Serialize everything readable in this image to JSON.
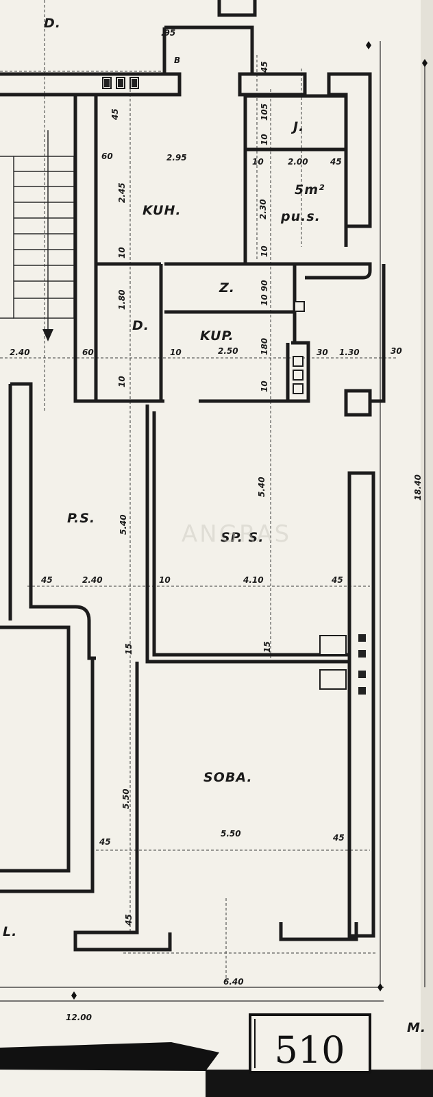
{
  "rooms": {
    "kuh": "KUH.",
    "j": "J.",
    "kup_top": "5m²",
    "kup_bot": "pu.s.",
    "z": "Z.",
    "kup": "KUP.",
    "d_mid": "D.",
    "d_top": "D.",
    "ps": "P.S.",
    "sps": "SP. S.",
    "soba": "SOBA.",
    "l": "L.",
    "m": "M."
  },
  "dimensions": {
    "d095": ".95",
    "d_b": "B",
    "d45a": "45",
    "d45b": "45",
    "d105": "105",
    "d10a": "10",
    "d60a": "60",
    "d295": "2.95",
    "d10b": "10",
    "d200": "2.00",
    "d45c": "45",
    "d245": "2.45",
    "d230": "2.30",
    "d10c": "10",
    "d10d": "10",
    "d180a": "1.80",
    "d1090": "10 90",
    "d240": "2.40",
    "d60b": "60",
    "d10e": "10",
    "d250": "2.50",
    "d180b": "180",
    "d30a": "30",
    "d130": "1.30",
    "d30b": "30",
    "d10f": "10",
    "d10g": "10",
    "d540a": "5.40",
    "d540b": "5.40",
    "d1840": "18.40",
    "d45d": "45",
    "d240b": "2.40",
    "d10h": "10",
    "d410": "4.10",
    "d45e": "45",
    "d15a": "15",
    "d15b": "15",
    "d550a": "5.50",
    "d45f": "45",
    "d550b": "5.50",
    "d45g": "45",
    "d45h": "45",
    "d640": "6.40",
    "d1200": "12.00"
  },
  "sheet_number": "510",
  "watermark": "ANGRAS"
}
